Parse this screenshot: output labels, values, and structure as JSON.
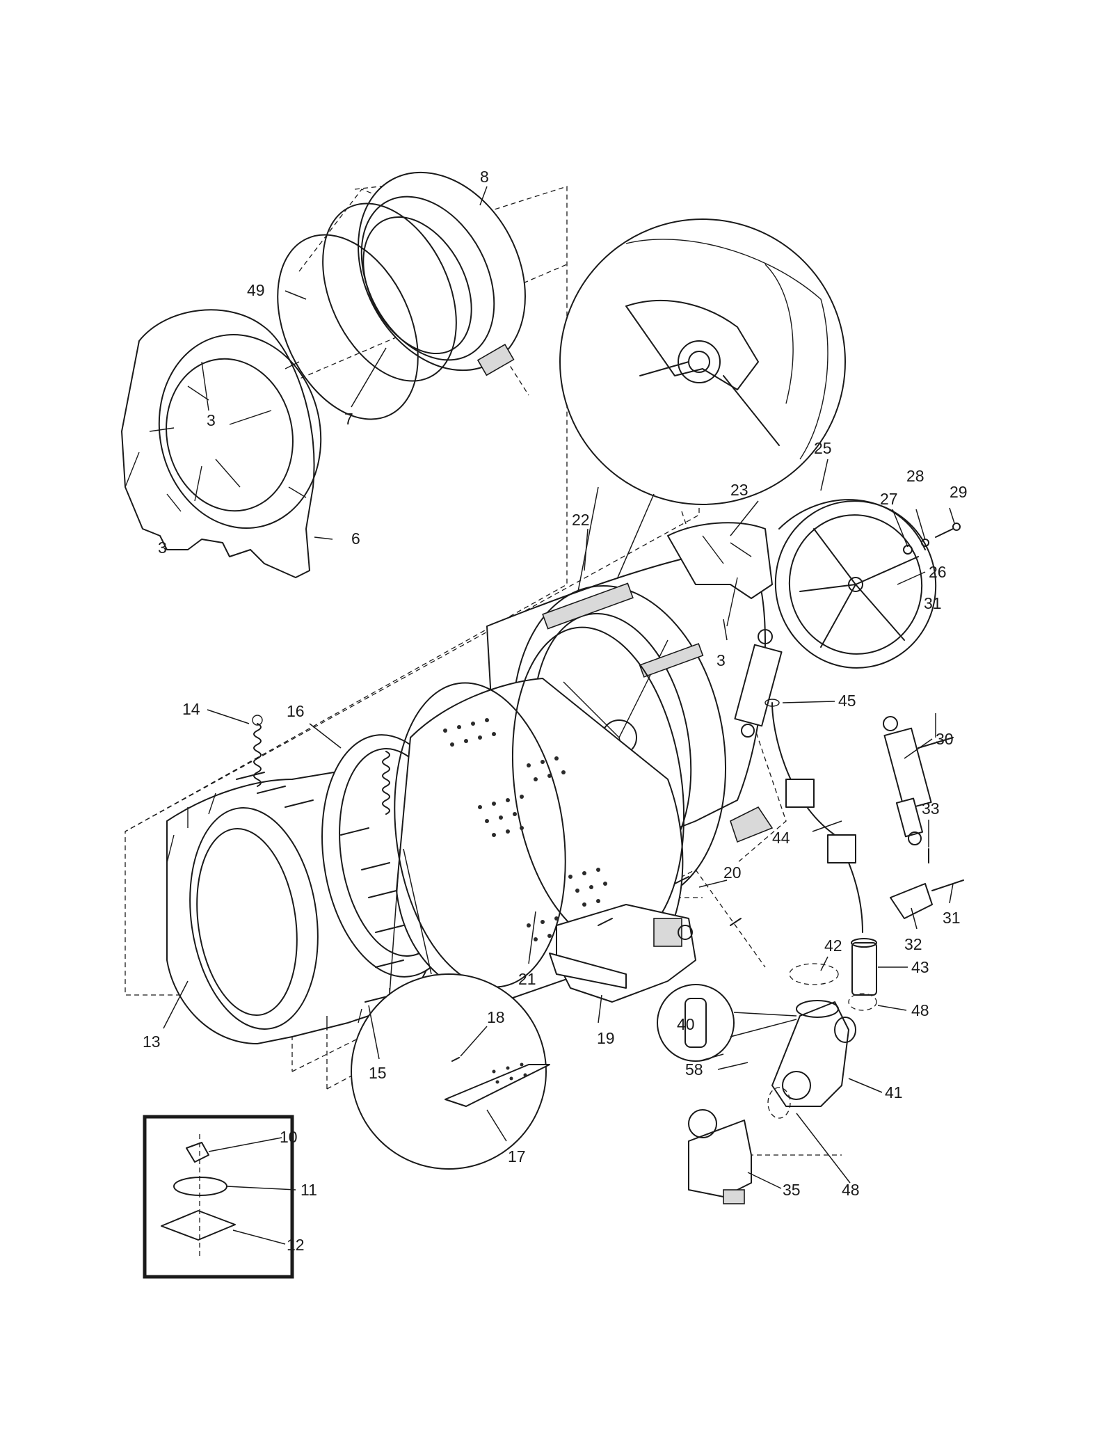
{
  "diagram": {
    "callouts": [
      {
        "id": "c8a",
        "text": "8"
      },
      {
        "id": "c49",
        "text": "49"
      },
      {
        "id": "c7",
        "text": "7"
      },
      {
        "id": "c3a",
        "text": "3"
      },
      {
        "id": "c3b",
        "text": "3"
      },
      {
        "id": "c6",
        "text": "6"
      },
      {
        "id": "c22",
        "text": "22"
      },
      {
        "id": "c23",
        "text": "23"
      },
      {
        "id": "c25",
        "text": "25"
      },
      {
        "id": "c27",
        "text": "27"
      },
      {
        "id": "c28",
        "text": "28"
      },
      {
        "id": "c29",
        "text": "29"
      },
      {
        "id": "c26",
        "text": "26"
      },
      {
        "id": "c3c",
        "text": "3"
      },
      {
        "id": "c31a",
        "text": "31"
      },
      {
        "id": "c45",
        "text": "45"
      },
      {
        "id": "c14",
        "text": "14"
      },
      {
        "id": "c16",
        "text": "16"
      },
      {
        "id": "c30",
        "text": "30"
      },
      {
        "id": "c33",
        "text": "33"
      },
      {
        "id": "c44",
        "text": "44"
      },
      {
        "id": "c20",
        "text": "20"
      },
      {
        "id": "c31b",
        "text": "31"
      },
      {
        "id": "c32",
        "text": "32"
      },
      {
        "id": "c42",
        "text": "42"
      },
      {
        "id": "c43",
        "text": "43"
      },
      {
        "id": "c21",
        "text": "21"
      },
      {
        "id": "c48a",
        "text": "48"
      },
      {
        "id": "c40",
        "text": "40"
      },
      {
        "id": "c13",
        "text": "13"
      },
      {
        "id": "c18",
        "text": "18"
      },
      {
        "id": "c19",
        "text": "19"
      },
      {
        "id": "c15",
        "text": "15"
      },
      {
        "id": "c58",
        "text": "58"
      },
      {
        "id": "c41",
        "text": "41"
      },
      {
        "id": "c10",
        "text": "10"
      },
      {
        "id": "c11",
        "text": "11"
      },
      {
        "id": "c17",
        "text": "17"
      },
      {
        "id": "c35",
        "text": "35"
      },
      {
        "id": "c48b",
        "text": "48"
      },
      {
        "id": "c12",
        "text": "12"
      }
    ]
  }
}
